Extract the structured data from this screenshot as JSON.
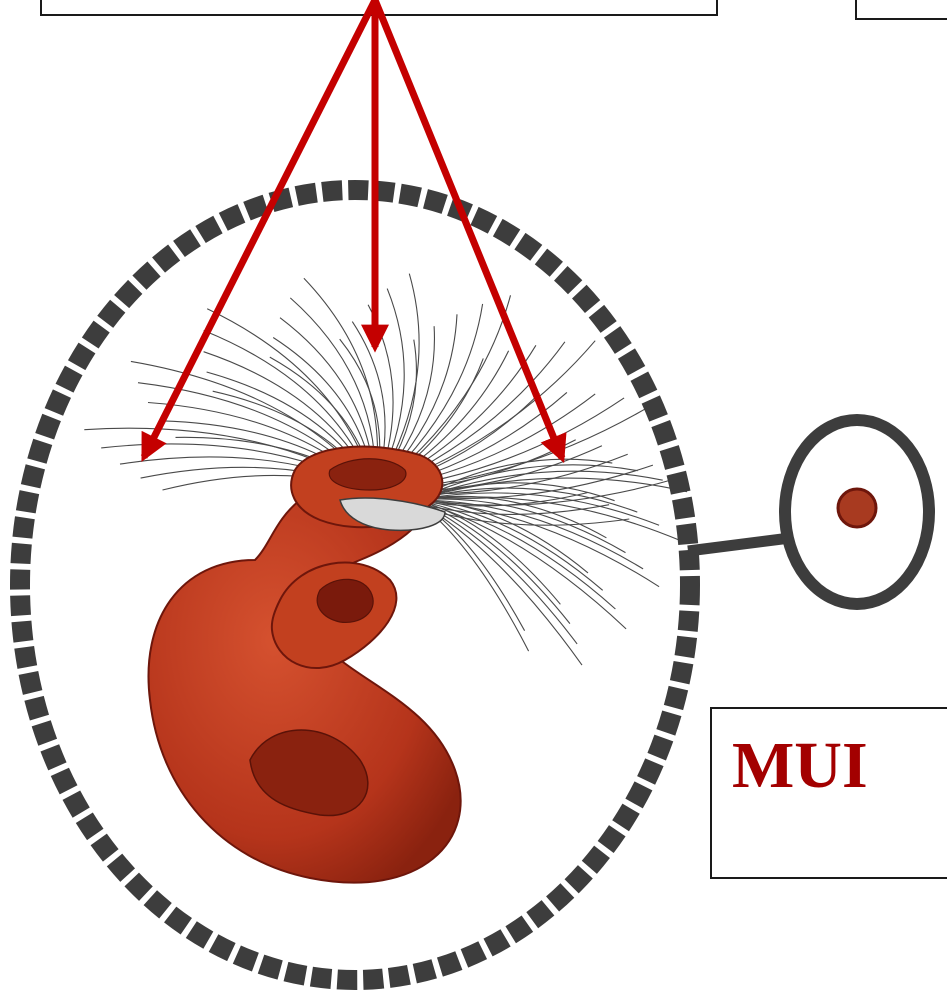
{
  "label_box": {
    "text": "MUI"
  },
  "colors": {
    "arrow": "#c40000",
    "dna": "#b5341b",
    "dna_dark": "#6e160b",
    "envelope": "#3d3d3d",
    "label_text": "#a30000"
  },
  "icons": [
    "arrow-icon",
    "nucleus-envelope",
    "chromatin-coil",
    "spindle-fibers",
    "nucleolus-lens-icon"
  ]
}
